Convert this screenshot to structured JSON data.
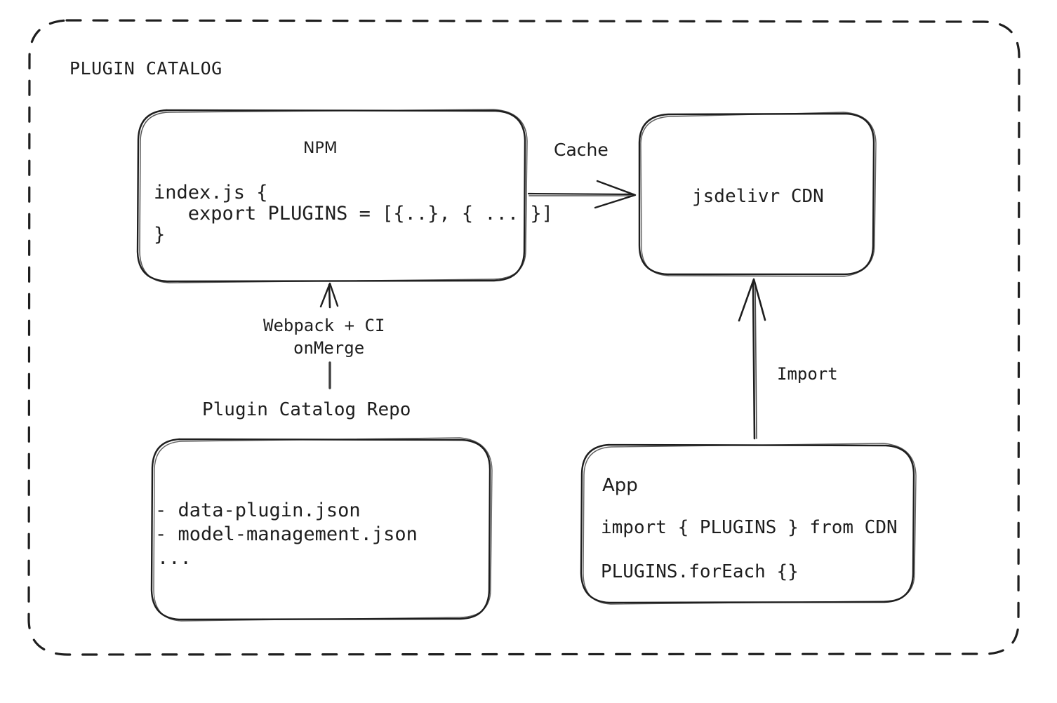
{
  "diagram": {
    "title": "PLUGIN CATALOG",
    "background": "#ffffff",
    "stroke": "#1e1e1e"
  },
  "nodes": {
    "npm": {
      "title": "NPM",
      "code_lines": [
        "index.js {",
        "   export PLUGINS = [{..}, { ... }]",
        "}"
      ]
    },
    "cdn": {
      "title": "jsdelivr CDN"
    },
    "repo": {
      "caption": "Plugin Catalog Repo",
      "lines": [
        "- data-plugin.json",
        "- model-management.json",
        "..."
      ]
    },
    "app": {
      "title": "App",
      "line_import": "import { PLUGINS } from CDN",
      "line_foreach": "PLUGINS.forEach {}"
    }
  },
  "edges": {
    "cache": {
      "label": "Cache",
      "from": "npm",
      "to": "cdn"
    },
    "build": {
      "label_line1": "Webpack + CI",
      "label_line2": "onMerge",
      "from": "repo",
      "to": "npm"
    },
    "import": {
      "label": "Import",
      "from": "app",
      "to": "cdn"
    }
  }
}
